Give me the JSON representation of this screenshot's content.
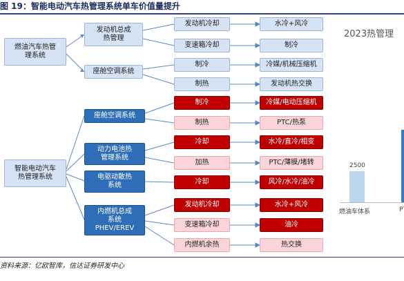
{
  "figure": {
    "title": "图 19：智能电动汽车热管理系统单车价值量提升",
    "source": "资料来源：亿欧智库，信达证券研发中心"
  },
  "top": {
    "root": "燃油汽车热管\n理系统",
    "subsystems": [
      {
        "label": "发动机总成\n热管理",
        "items": [
          {
            "name": "发动机冷却",
            "detail": "水冷+风冷"
          },
          {
            "name": "变速箱冷却",
            "detail": "制冷"
          }
        ]
      },
      {
        "label": "座舱空调系统",
        "items": [
          {
            "name": "制冷",
            "detail": "冷媒/机械压缩机"
          },
          {
            "name": "制热",
            "detail": "发动机热交换"
          }
        ]
      }
    ]
  },
  "bottom": {
    "root": "智能电动汽车\n热管理系统",
    "subsystems": [
      {
        "label": "座舱空调系统",
        "items": [
          {
            "name": "制冷",
            "detail": "冷媒/电动压缩机"
          },
          {
            "name": "制热",
            "detail": "PTC/热泵"
          }
        ]
      },
      {
        "label": "动力电池热\n管理系统",
        "items": [
          {
            "name": "冷却",
            "detail": "水冷/直冷/相变"
          },
          {
            "name": "加热",
            "detail": "PTC/薄膜/堵转"
          }
        ]
      },
      {
        "label": "电驱动散热\n系统",
        "items": [
          {
            "name": "冷却",
            "detail": "风冷/水冷/油冷"
          }
        ]
      },
      {
        "label": "内燃机总成\n系统\nPHEV/EREV",
        "items": [
          {
            "name": "发动机冷却",
            "detail": "水冷+风冷"
          },
          {
            "name": "变速箱冷却",
            "detail": "油冷"
          },
          {
            "name": "内燃机余热",
            "detail": "热交换"
          }
        ]
      }
    ]
  },
  "chart_data": {
    "type": "bar",
    "title": "2023热管理",
    "categories": [
      "燃油车体系",
      "PT"
    ],
    "values": [
      2500,
      null
    ],
    "data_labels": [
      "2500",
      ""
    ]
  }
}
